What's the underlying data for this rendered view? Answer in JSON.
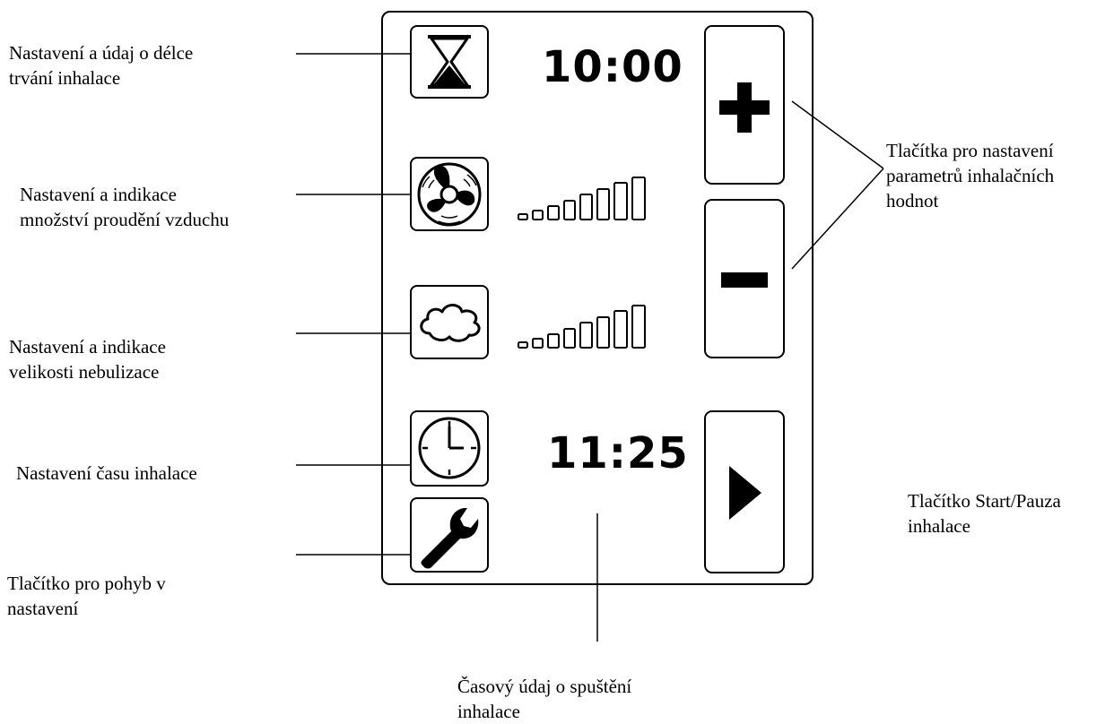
{
  "annotations": {
    "duration": "Nastavení a údaj o délce\ntrvání inhalace",
    "airflow": "Nastavení a indikace\nmnožství proudění vzduchu",
    "nebulization": "Nastavení a indikace\nvelikosti nebulizace",
    "time": "Nastavení času inhalace",
    "settings_nav": "Tlačítko pro pohyb v\nnastavení",
    "adjust_buttons": "Tlačítka pro nastavení\nparametrů inhalačních\nhodnot",
    "start_pause": "Tlačítko Start/Pauza\ninhalace",
    "start_time": "Časový údaj o spuštění\ninhalace"
  },
  "screen": {
    "duration_value": "10:00",
    "clock_value": "11:25",
    "airflow_level": {
      "filled": 0,
      "total": 8
    },
    "nebulization_level": {
      "filled": 0,
      "total": 8
    }
  },
  "icons": {
    "duration": "hourglass-icon",
    "airflow": "fan-icon",
    "nebulization": "cloud-icon",
    "time": "clock-icon",
    "settings": "wrench-icon",
    "plus": "plus-icon",
    "minus": "minus-icon",
    "start": "play-icon"
  }
}
